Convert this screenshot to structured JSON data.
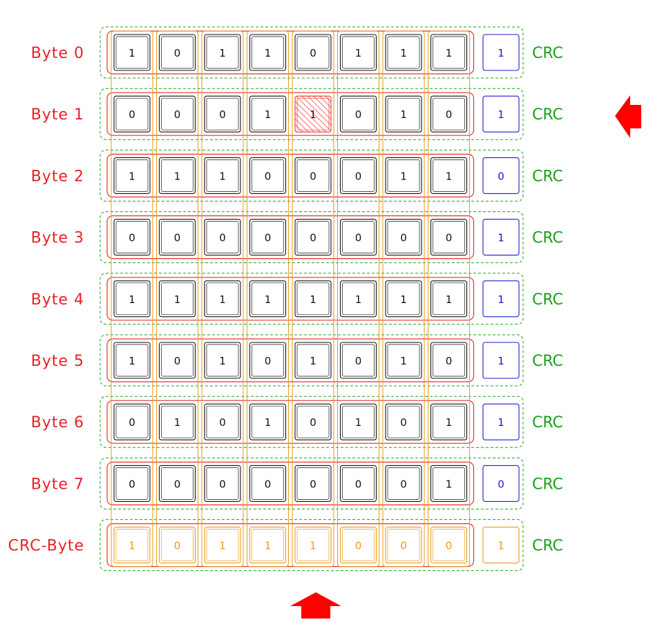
{
  "rows": [
    {
      "label": "Byte 0",
      "bits": [
        "1",
        "0",
        "1",
        "1",
        "0",
        "1",
        "1",
        "1"
      ],
      "crc": "1",
      "crc_label": "CRC"
    },
    {
      "label": "Byte 1",
      "bits": [
        "0",
        "0",
        "0",
        "1",
        "1",
        "0",
        "1",
        "0"
      ],
      "crc": "1",
      "crc_label": "CRC"
    },
    {
      "label": "Byte 2",
      "bits": [
        "1",
        "1",
        "1",
        "0",
        "0",
        "0",
        "1",
        "1"
      ],
      "crc": "0",
      "crc_label": "CRC"
    },
    {
      "label": "Byte 3",
      "bits": [
        "0",
        "0",
        "0",
        "0",
        "0",
        "0",
        "0",
        "0"
      ],
      "crc": "1",
      "crc_label": "CRC"
    },
    {
      "label": "Byte 4",
      "bits": [
        "1",
        "1",
        "1",
        "1",
        "1",
        "1",
        "1",
        "1"
      ],
      "crc": "1",
      "crc_label": "CRC"
    },
    {
      "label": "Byte 5",
      "bits": [
        "1",
        "0",
        "1",
        "0",
        "1",
        "0",
        "1",
        "0"
      ],
      "crc": "1",
      "crc_label": "CRC"
    },
    {
      "label": "Byte 6",
      "bits": [
        "0",
        "1",
        "0",
        "1",
        "0",
        "1",
        "0",
        "1"
      ],
      "crc": "1",
      "crc_label": "CRC"
    },
    {
      "label": "Byte 7",
      "bits": [
        "0",
        "0",
        "0",
        "0",
        "0",
        "0",
        "0",
        "1"
      ],
      "crc": "0",
      "crc_label": "CRC"
    }
  ],
  "crc_row": {
    "label": "CRC-Byte",
    "bits": [
      "1",
      "0",
      "1",
      "1",
      "1",
      "0",
      "0",
      "0"
    ],
    "crc": "1",
    "crc_label": "CRC"
  },
  "error_cell": {
    "row": 1,
    "col": 4
  },
  "colors": {
    "row_label": "#e8202a",
    "crc_label": "#1aa01a",
    "crc_bit": "#1a1ad0",
    "crc_byte": "#e89a1a",
    "frame_red": "#e8302a",
    "frame_green": "#1aa01a",
    "grid_orange": "#e89a1a",
    "arrow": "#ff0000",
    "error_hatch": "#e8302a"
  },
  "icons": {
    "row_pointer": "arrow-left-icon",
    "column_pointer": "arrow-up-icon"
  }
}
